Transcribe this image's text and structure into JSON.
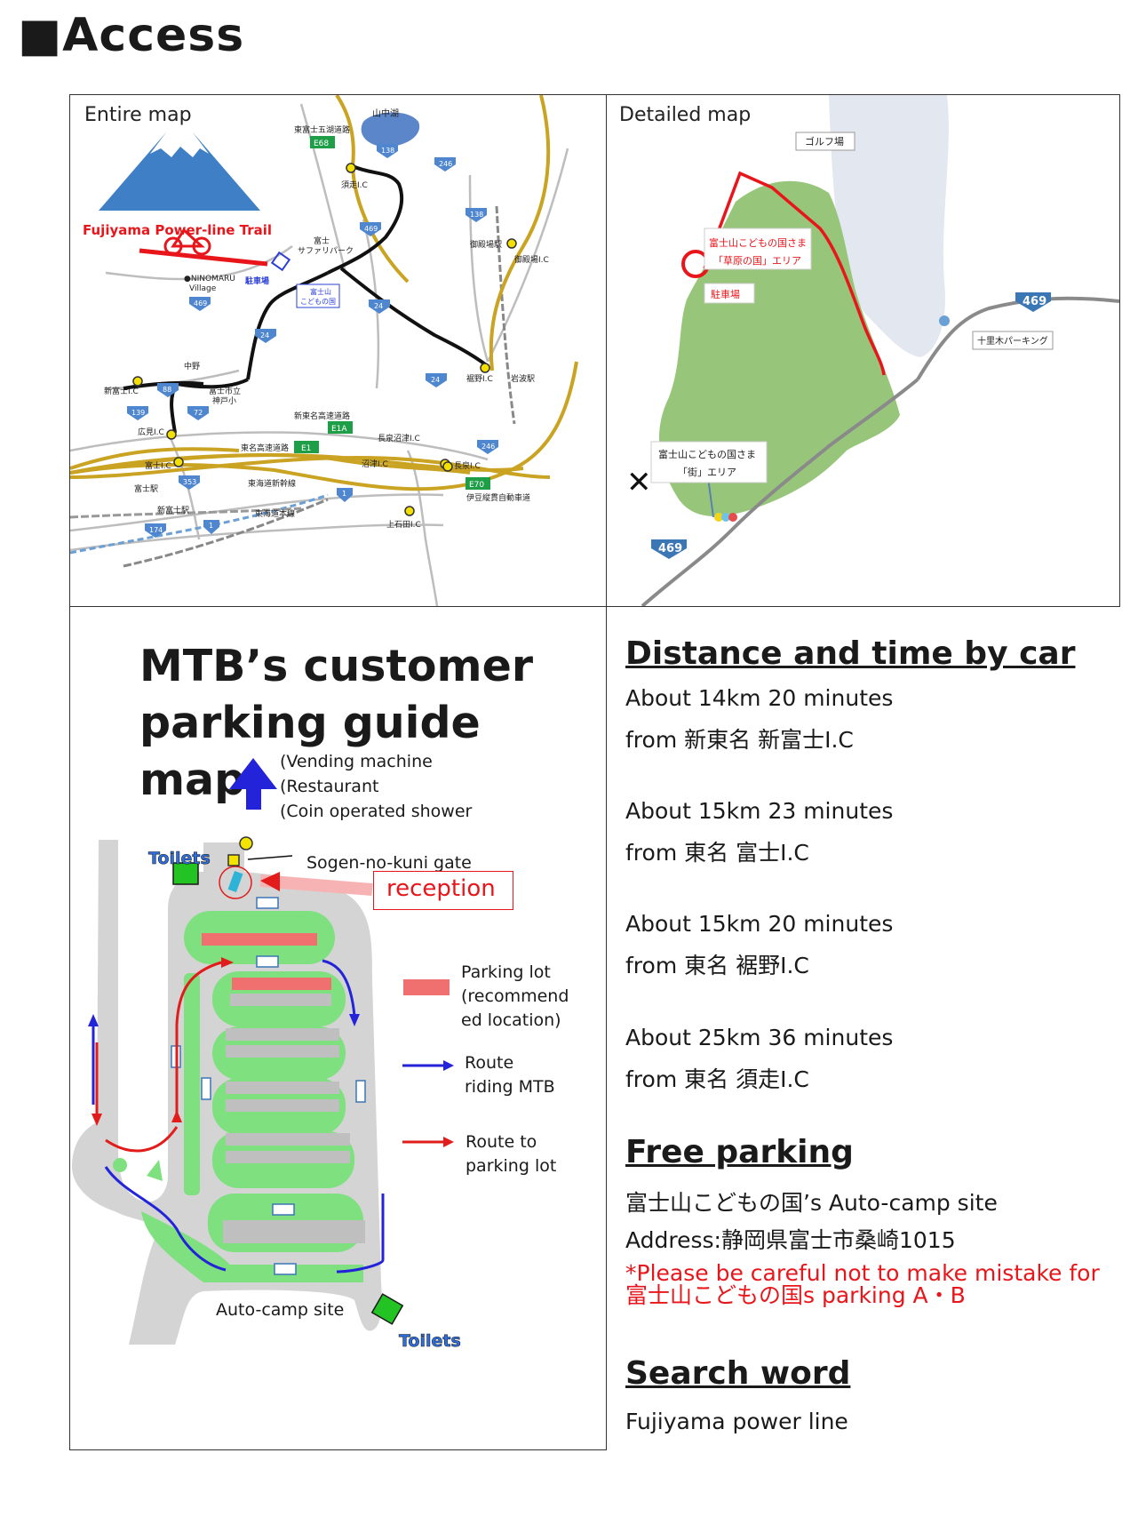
{
  "page": {
    "title": "Access",
    "bullet": "■"
  },
  "entire_map": {
    "label": "Entire map",
    "trail_title": "Fujiyama Power-line Trail",
    "places": {
      "yamanakako": "山中湖",
      "higashifuji_road": "東富士五湖道路",
      "e68": "E68",
      "r138a": "138",
      "r246a": "246",
      "subashiri_ic": "須走I.C",
      "r138b": "138",
      "fuji_safari": "富士\nサファリパーク",
      "r469a": "469",
      "gotemba_st": "御殿場駅",
      "gotemba_ic": "御殿場I.C",
      "ninomaru": "●NINOMARU",
      "village": "Village",
      "parking": "駐車場",
      "kodomo": "富士山\nこどもの国",
      "r469b": "469",
      "r24a": "24",
      "r24b": "24",
      "r24c": "24",
      "nakano": "中野",
      "shinfuji_ic": "新富士I.C",
      "r88": "88",
      "fujishiritsu": "富士市立\n神戸小",
      "susono_ic": "裾野I.C",
      "iwanami_st": "岩波駅",
      "r139": "139",
      "r72": "72",
      "shintomei": "新東名高速道路",
      "e1a": "E1A",
      "hiromi_ic": "広見I.C",
      "nagaizumi_ic": "長泉沼津I.C",
      "tomei": "東名高速道路",
      "e1": "E1",
      "r246b": "246",
      "fuji_ic": "富士I.C",
      "numazu_ic": "沼津I.C",
      "nagaizumi2": "長泉I.C",
      "r353": "353",
      "fuji_st": "富士駅",
      "shinkansen": "東海道新幹線",
      "e70": "E70",
      "izujukan": "伊豆縦貫自動車道",
      "shinfuji_st": "新富士駅",
      "r1a": "1",
      "tokaido": "東海道本線",
      "r174": "174",
      "r1b": "1",
      "kamitogari_ic": "上石田I.C"
    }
  },
  "detailed_map": {
    "label": "Detailed map",
    "golf": "ゴルフ場",
    "sogen_line1": "富士山こどもの国さま",
    "sogen_line2": "「草原の国」エリア",
    "parking": "駐車場",
    "r469a": "469",
    "jurigi": "十里木パーキング",
    "machi_line1": "富士山こどもの国さま",
    "machi_line2": "「街」エリア",
    "r469b": "469",
    "x_mark": "✕"
  },
  "guide": {
    "title": "MTB’s customer parking guide map",
    "facilities": [
      "(Vending machine",
      "(Restaurant",
      "(Coin operated shower"
    ],
    "toilets_top": "Toilets",
    "toilets_bottom": "Toilets",
    "gate": "Sogen-no-kuni gate",
    "reception": "reception",
    "autocamp": "Auto-camp site",
    "legend": {
      "parking": [
        "Parking lot",
        "(recommend",
        "ed location)"
      ],
      "mtb": [
        "Route",
        "riding MTB"
      ],
      "car": [
        "Route to",
        "parking lot"
      ]
    },
    "colors": {
      "route_mtb": "#2323d9",
      "route_car": "#e21b1b",
      "parking_rec": "#f07070",
      "green": "#7ee07e"
    }
  },
  "info": {
    "distance_heading": "Distance and time by car",
    "routes": [
      {
        "line1": "About 14km 20 minutes",
        "line2": " from 新東名  新富士I.C"
      },
      {
        "line1": "About 15km 23 minutes",
        "line2": " from 東名  富士I.C"
      },
      {
        "line1": "About 15km 20 minutes",
        "line2": " from 東名  裾野I.C"
      },
      {
        "line1": "About 25km 36 minutes",
        "line2": " from 東名  須走I.C"
      }
    ],
    "parking_heading": "Free parking",
    "site": "富士山こどもの国’s Auto-camp site",
    "address": "Address:静岡県富士市桑崎1015",
    "warning1": "*Please be careful not to make mistake for",
    "warning2": "富士山こどもの国s parking A・B",
    "search_heading": "Search word",
    "search_term": "  Fujiyama  power  line"
  }
}
